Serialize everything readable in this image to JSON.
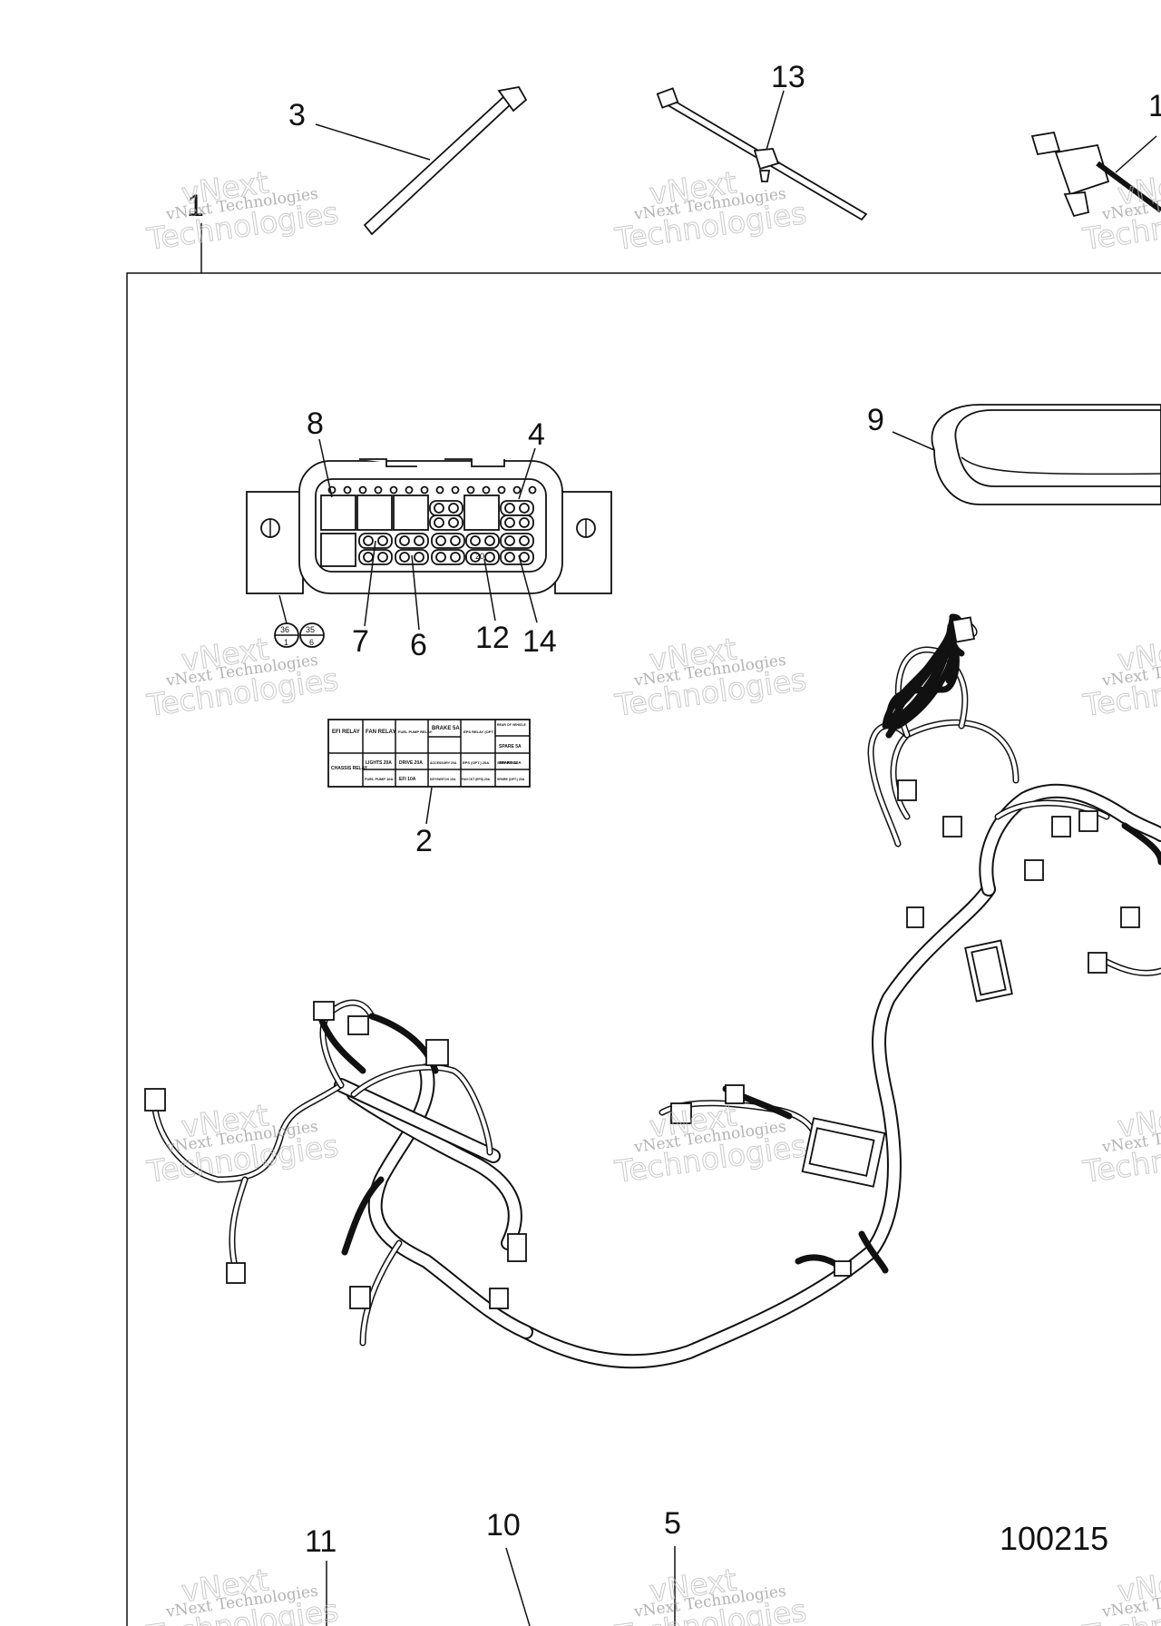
{
  "figure_number": "100215",
  "callouts": [
    "1",
    "2",
    "3",
    "4",
    "5",
    "6",
    "7",
    "8",
    "9",
    "10",
    "11",
    "12",
    "13",
    "14",
    "1"
  ],
  "watermark": {
    "line1": "vNext Technologies",
    "line2": "vNext",
    "line3": "Technologies"
  },
  "fuse_label": {
    "cells": [
      "EFI RELAY",
      "FAN RELAY",
      "FUEL PUMP RELAY",
      "BRAKE 5A",
      "EPS RELAY (OPT.)",
      "REAR OF VEHICLE",
      "SPARE 5A",
      "SPARE 10A",
      "CHASSIS RELAY",
      "LIGHTS 20A",
      "DRIVE 20A",
      "ACCESSORY 20A",
      "EPS (OPT.) 20A",
      "SPARE 20A",
      "FUEL PUMP 10A",
      "EFI 10A",
      "KEYSWITCH 10A",
      "FAN CKT (EPS) 20A",
      "SPARE (OPT.) 20A"
    ]
  },
  "connector": {
    "cavity_number": "20",
    "pin_marks": [
      "36",
      "1",
      "35",
      "6"
    ]
  }
}
